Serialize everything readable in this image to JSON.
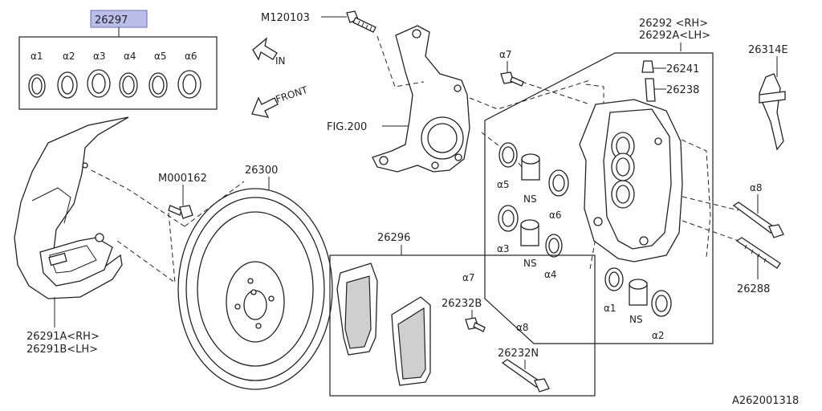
{
  "diagram": {
    "code": "A262001318",
    "directions": {
      "in": "IN",
      "front": "FRONT"
    },
    "parts": {
      "seal_kit": "26297",
      "kit_items": [
        "α1",
        "α2",
        "α3",
        "α4",
        "α5",
        "α6"
      ],
      "bolt_top": "M120103",
      "knuckle_ref": "FIG.200",
      "caliper_rh": "26292 <RH>",
      "caliper_lh": "26292A<LH>",
      "caliper_bolt": "α7",
      "bleeder_cap": "26241",
      "bleeder": "26238",
      "spring_clip": "26314E",
      "shield_bolt": "M000162",
      "rotor": "26300",
      "shield_rh": "26291A<RH>",
      "shield_lh": "26291B<LH>",
      "pad_kit": "26296",
      "pad_bolt_a": "α7",
      "pad_bolt_a_num": "26232B",
      "pad_pin_a": "α8",
      "pad_pin_a_num": "26232N",
      "caliper_pin_a": "α8",
      "caliper_pin": "26288",
      "piston_seals": {
        "a5": "α5",
        "ns1": "NS",
        "a6": "α6",
        "a3": "α3",
        "ns2": "NS",
        "a4": "α4",
        "a1": "α1",
        "ns3": "NS",
        "a2": "α2"
      }
    }
  }
}
